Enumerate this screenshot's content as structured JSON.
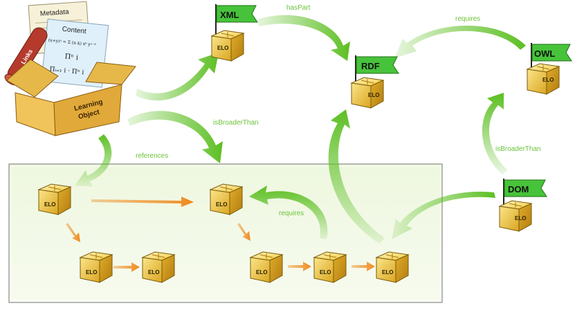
{
  "learning_object": {
    "metadata_label": "Metadata",
    "content_label": "Content",
    "links_label": "Links",
    "box_label_line1": "Learning",
    "box_label_line2": "Object",
    "formula_1": "(x+y)ⁿ = Σ (n k) xᵏ yⁿ⁻ᵏ",
    "formula_2": "Πⁿ i",
    "formula_3": "Πᵢ₌₁ i · Πⁿ i"
  },
  "elo_label": "ELO",
  "standards": {
    "xml": "XML",
    "rdf": "RDF",
    "owl": "OWL",
    "dom": "DOM"
  },
  "relations": {
    "has_part": "hasPart",
    "requires_top": "requires",
    "is_broader_than_top": "isBroaderThan",
    "references": "references",
    "requires_inner": "requires",
    "is_broader_than_right": "isBroaderThan"
  },
  "colors": {
    "relation_arrow": "#5cbf22",
    "relation_text": "#6cc23a",
    "sequence_arrow": "#ef8a1e",
    "panel_fill": "#eef7df",
    "panel_border": "#8a8a8a",
    "cube_face": "#f3cb3c",
    "flag_fill": "#47c33b"
  }
}
